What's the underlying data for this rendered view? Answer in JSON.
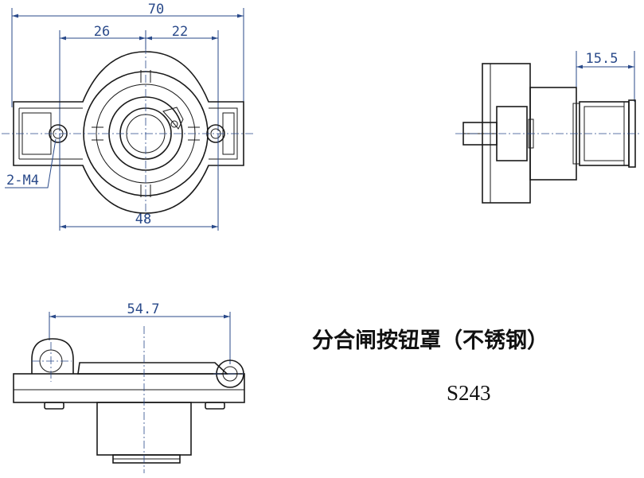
{
  "top_view": {
    "dim_overall": "70",
    "dim_left": "26",
    "dim_right": "22",
    "dim_holes": "48",
    "hole_callout": "2-M4"
  },
  "side_view": {
    "dim_depth": "15.5"
  },
  "front_view": {
    "dim_width": "54.7"
  },
  "product": {
    "name": "分合闸按钮罩（不锈钢）",
    "model": "S243"
  }
}
